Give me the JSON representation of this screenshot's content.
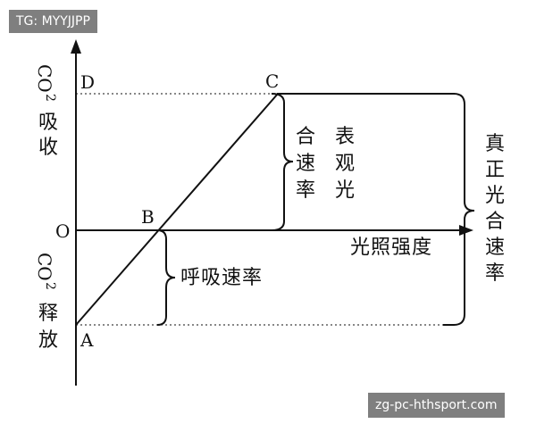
{
  "watermarks": {
    "top_left": "TG: MYYJJPP",
    "bottom_right": "zg-pc-hthsport.com"
  },
  "points": {
    "A": "A",
    "B": "B",
    "C": "C",
    "D": "D",
    "O": "O"
  },
  "y_axis": {
    "upper": {
      "co": "CO",
      "sub": "2",
      "chars": [
        "吸",
        "收"
      ]
    },
    "lower": {
      "co": "CO",
      "sub": "2",
      "chars": [
        "释",
        "放"
      ]
    }
  },
  "x_axis_label": "光照强度",
  "labels": {
    "respiration_rate": "呼吸速率",
    "net_rate": [
      "合",
      "速",
      "率"
    ],
    "apparent": [
      "表",
      "观",
      "光"
    ],
    "gross_rate": [
      "真",
      "正",
      "光",
      "合",
      "速",
      "率"
    ]
  },
  "colors": {
    "ink": "#111111",
    "watermark_bg": "#7f7f7f",
    "watermark_text": "#ffffff"
  }
}
